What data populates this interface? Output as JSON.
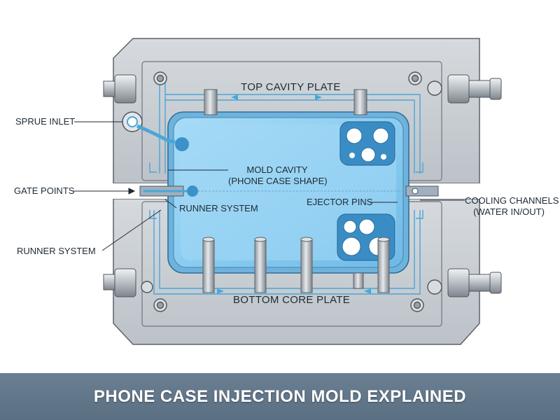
{
  "labels": {
    "top_plate": "TOP CAVITY PLATE",
    "bottom_plate": "BOTTOM CORE PLATE",
    "sprue_inlet": "SPRUE INLET",
    "gate_points": "GATE POINTS",
    "runner_system_left": "RUNNER SYSTEM",
    "runner_system_inner": "RUNNER SYSTEM",
    "mold_cavity_line1": "MOLD CAVITY",
    "mold_cavity_line2": "(PHONE CASE SHAPE)",
    "ejector_pins": "EJECTOR PINS",
    "cooling_line1": "COOLING CHANNELS",
    "cooling_line2": "(WATER IN/OUT)"
  },
  "caption": "PHONE CASE INJECTION MOLD EXPLAINED",
  "colors": {
    "plate": "#c9ced3",
    "plate_edge": "#5c6268",
    "cavity": "#8fd0f2",
    "channel": "#4aa6d8",
    "caption_bg": "#5f7387"
  }
}
